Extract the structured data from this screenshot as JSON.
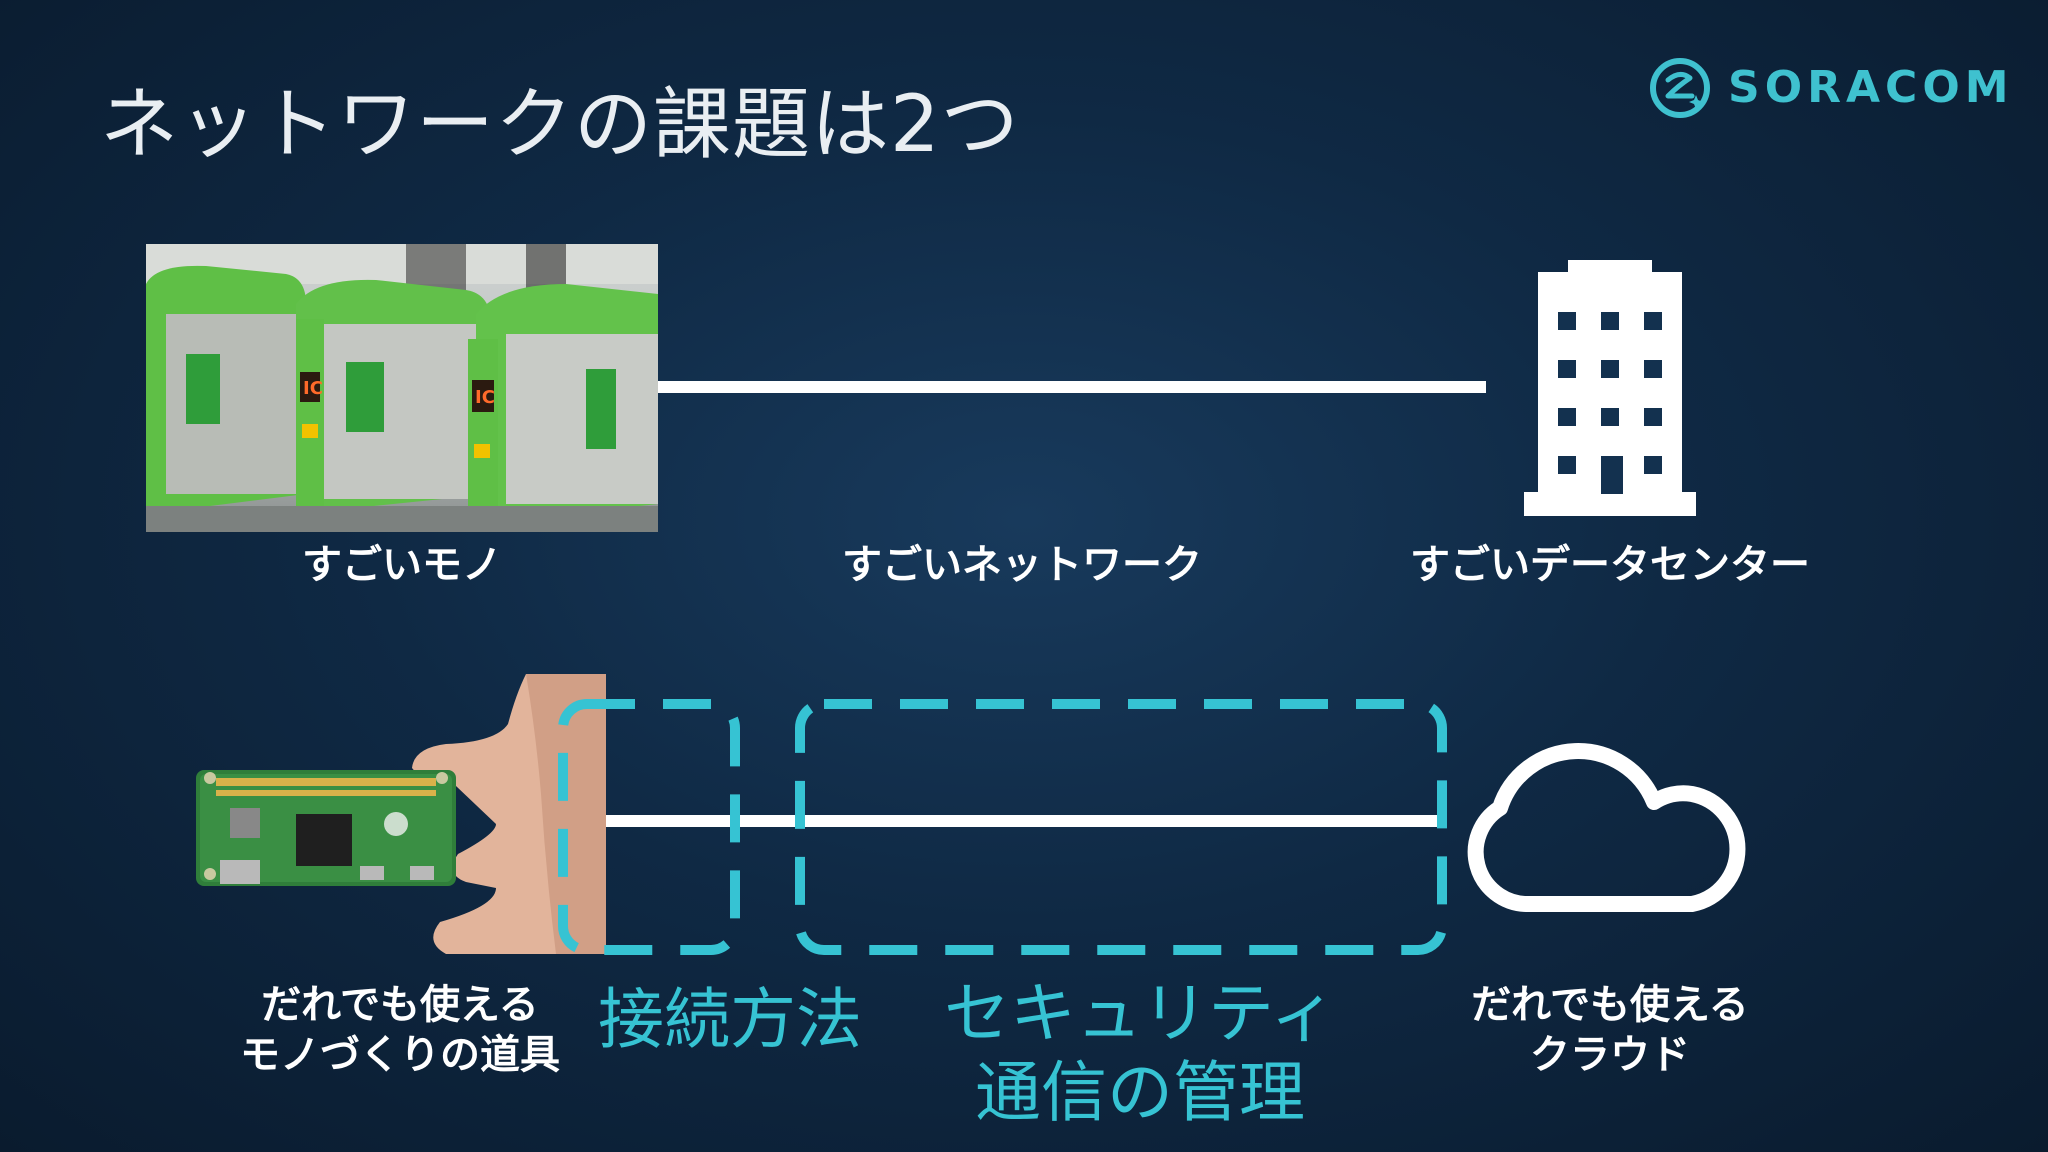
{
  "slide": {
    "title": "ネットワークの課題は2つ"
  },
  "logo": {
    "text": "SORACOM",
    "icon": "soracom-logo-icon"
  },
  "top_row": {
    "left_label": "すごいモノ",
    "middle_label": "すごいネットワーク",
    "right_label": "すごいデータセンター",
    "left_image": "ticket-gate-photo",
    "right_icon": "building-icon"
  },
  "bottom_row": {
    "left_label_line1": "だれでも使える",
    "left_label_line2": "モノづくりの道具",
    "right_label_line1": "だれでも使える",
    "right_label_line2": "クラウド",
    "left_image": "raspberry-pi-zero-photo",
    "right_icon": "cloud-icon",
    "issue1": "接続方法",
    "issue2_line1": "セキュリティ",
    "issue2_line2": "通信の管理"
  },
  "gate_text": {
    "ic": "IC"
  },
  "colors": {
    "accent": "#36c3d3",
    "background": "#0f2944",
    "line": "#ffffff"
  }
}
